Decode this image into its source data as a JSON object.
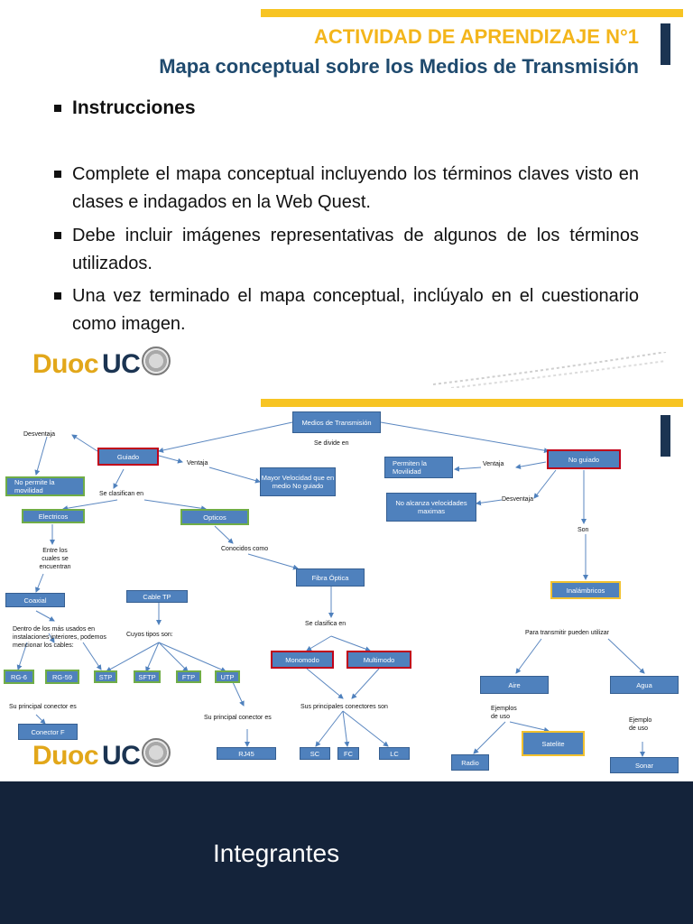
{
  "header": {
    "title": "ACTIVIDAD DE APRENDIZAJE N°1",
    "subtitle": "Mapa conceptual sobre los Medios de Transmisión"
  },
  "instructions": {
    "heading": "Instrucciones",
    "items": [
      "Complete el mapa conceptual incluyendo los términos claves visto en clases e indagados en la Web Quest.",
      "Debe incluir imágenes representativas de algunos de los términos utilizados.",
      "Una vez terminado el mapa conceptual, inclúyalo en el cuestionario como imagen."
    ]
  },
  "logo": {
    "part1": "Duoc",
    "part2": "UC"
  },
  "map": {
    "nodes": {
      "medios": "Medios de Transmisión",
      "guiado": "Guiado",
      "no_guiado": "No guiado",
      "no_permite": "No permite la movilidad",
      "mayor_velocidad": "Mayor Velocidad que en medio No guiado",
      "permite_movilidad": "Permiten la Movilidad",
      "no_alcanza": "No alcanza velocidades maximas",
      "electricos": "Electricos",
      "opticos": "Opticos",
      "coaxial": "Coaxial",
      "cable_tp": "Cable TP",
      "fibra": "Fibra Óptica",
      "inalambricos": "Inalámbricos",
      "rg6": "RG-6",
      "rg59": "RG-59",
      "stp": "STP",
      "sftp": "SFTP",
      "ftp": "FTP",
      "utp": "UTP",
      "monomodo": "Monomodo",
      "multimodo": "Multimodo",
      "aire": "Aire",
      "agua": "Agua",
      "conector_f": "Conector F",
      "rj45": "RJ45",
      "sc": "SC",
      "fc": "FC",
      "lc": "LC",
      "radio": "Radio",
      "satelite": "Satelite",
      "sonar": "Sonar"
    },
    "labels": {
      "desventaja_left": "Desventaja",
      "se_divide": "Se divide en",
      "ventaja_left": "Ventaja",
      "ventaja_right": "Ventaja",
      "desventaja_right": "Desventaja",
      "se_clasifican": "Se clasifican en",
      "son": "Son",
      "entre_los": "Entre los cuales se encuentran",
      "conocidos_como": "Conocidos como",
      "dentro_de": "Dentro de los más usados en instalaciones interiores, podemos mencionar los cables:",
      "cuyos_tipos": "Cuyos tipos son:",
      "se_clasifica": "Se clasifica en",
      "para_transmitir": "Para transmitir pueden utilizar",
      "su_principal_left": "Su principal conector es",
      "su_principal_mid": "Su principal conector es",
      "sus_principales": "Sus principales conectores son",
      "ejemplos_uso": "Ejemplos de uso",
      "ejemplo_uso": "Ejemplo de uso"
    }
  },
  "footer": {
    "title": "Integrantes"
  },
  "colors": {
    "accent": "#F7C423",
    "navy": "#1B3452",
    "node": "#4F81BD",
    "footer": "#14233A"
  }
}
